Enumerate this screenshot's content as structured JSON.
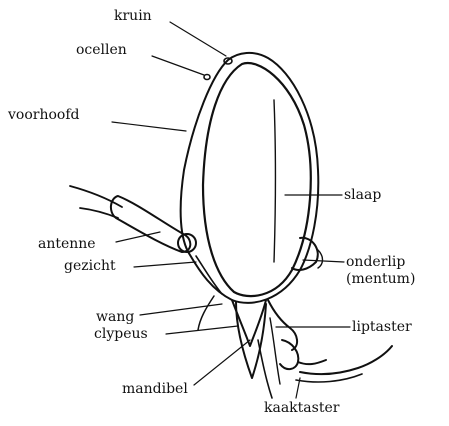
{
  "labels": {
    "kruin": "kruin",
    "ocellen": "ocellen",
    "voorhoofd": "voorhoofd",
    "slaap": "slaap",
    "antenne": "antenne",
    "gezicht": "gezicht",
    "onderlip_1": "onderlip",
    "onderlip_2": "(mentum)",
    "wang": "wang",
    "clypeus": "clypeus",
    "liptaster": "liptaster",
    "mandibel": "mandibel",
    "kaaktaster": "kaaktaster"
  }
}
